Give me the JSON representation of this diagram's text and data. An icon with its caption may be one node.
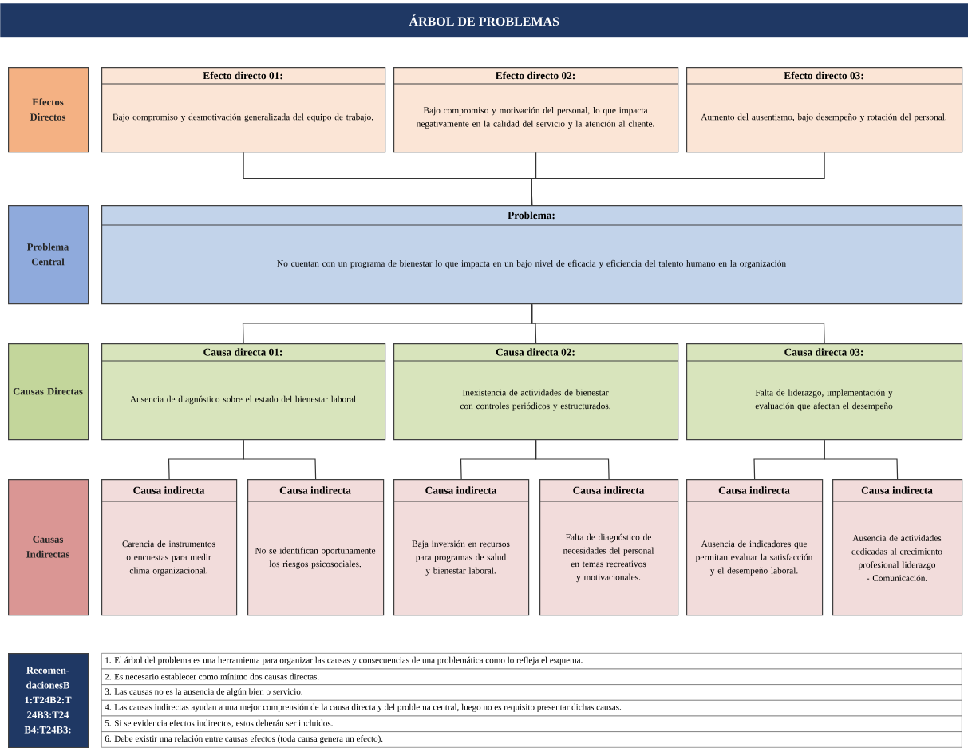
{
  "diagram": {
    "title": "ÁRBOL DE PROBLEMAS",
    "nodes": [
      {
        "text": [
          "Efectos Directos"
        ]
      },
      {
        "text": [
          "Efecto directo 01:",
          "Bajo compromiso y desmotivación generalizada del equipo de trabajo."
        ]
      },
      {
        "text": [
          "Efecto directo 02:",
          "Bajo compromiso y motivación del personal, lo que impacta negativamente en la calidad del servicio y la atención al cliente."
        ]
      },
      {
        "text": [
          "Efecto directo 03:",
          "Aumento del ausentismo, bajo desempeño y rotación del personal."
        ]
      },
      {
        "text": [
          "Problema Central"
        ]
      },
      {
        "text": [
          "Problema:",
          "No cuentan con un programa de bienestar lo que impacta en un bajo nivel de eficacia y eficiencia del talento humano en la organización"
        ]
      },
      {
        "text": [
          "Causas Directas"
        ]
      },
      {
        "text": [
          "Causa directa 01:",
          "Ausencia de diagnóstico sobre el estado del bienestar laboral"
        ]
      },
      {
        "text": [
          "Causa directa 02:",
          "Inexistencia de actividades de bienestar con controles periódicos y estructurados."
        ]
      },
      {
        "text": [
          "Causa directa 03:",
          "Falta de liderazgo, implementación y evaluación que afectan el desempeño"
        ]
      },
      {
        "text": [
          "Causas Indirectas"
        ]
      },
      {
        "text": [
          "Causa indirecta",
          "Carencia de instrumentos o encuestas para medir clima organizacional."
        ]
      },
      {
        "text": [
          "Causa indirecta",
          "No se identifican oportunamente los riesgos psicosociales."
        ]
      },
      {
        "text": [
          "Causa indirecta",
          "Baja inversión en recursos para programas de salud y bienestar laboral."
        ]
      },
      {
        "text": [
          "Causa indirecta",
          "Falta de diagnóstico de necesidades del personal en temas recreativos y motivacionales."
        ]
      },
      {
        "text": [
          "Causa indirecta",
          "Ausencia de indicadores que permitan evaluar la satisfacción y el desempeño laboral."
        ]
      },
      {
        "text": [
          "Causa indirecta",
          "Ausencia de actividades dedicadas al crecimiento profesional liderazgo - Comunicación."
        ]
      },
      {
        "text": [
          "Recomen- dacionesB 1:T24B2:T 24B3:T24 B4:T24B3:"
        ]
      }
    ],
    "edges": [
      {
        "from": 1,
        "to": 5,
        "arrow": "none"
      },
      {
        "from": 2,
        "to": 5,
        "arrow": "none"
      },
      {
        "from": 3,
        "to": 5,
        "arrow": "none"
      },
      {
        "from": 5,
        "to": 7,
        "arrow": "none"
      },
      {
        "from": 5,
        "to": 8,
        "arrow": "none"
      },
      {
        "from": 5,
        "to": 9,
        "arrow": "none"
      },
      {
        "from": 7,
        "to": 11,
        "arrow": "none"
      },
      {
        "from": 7,
        "to": 12,
        "arrow": "none"
      },
      {
        "from": 8,
        "to": 13,
        "arrow": "none"
      },
      {
        "from": 8,
        "to": 14,
        "arrow": "none"
      },
      {
        "from": 9,
        "to": 15,
        "arrow": "none"
      },
      {
        "from": 9,
        "to": 16,
        "arrow": "none"
      }
    ],
    "labels": [
      "1. El árbol del problema es una herramienta para organizar las causas y consecuencias de una problemática como lo refleja el esquema.",
      "2. Es necesario establecer como mínimo dos causas directas.",
      "3. Las causas no es la ausencia de algún bien o servicio.",
      "4. Las causas indirectas ayudan a una mejor comprensión de la causa directa y del problema central, luego no es requisito presentar dichas causas.",
      "5. Si se evidencia efectos indirectos, estos deberán ser incluidos.",
      "6. Debe existir una relación entre causas efectos (toda causa genera un efecto)."
    ]
  }
}
